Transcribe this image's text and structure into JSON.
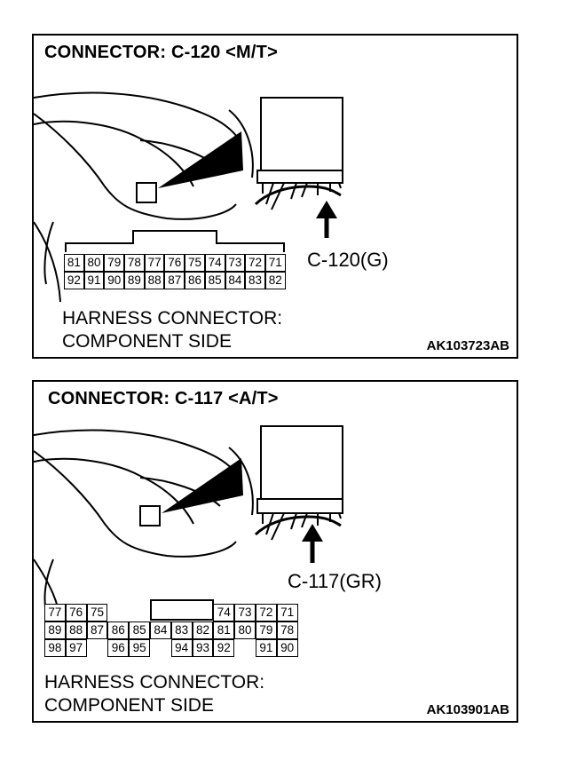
{
  "panels": [
    {
      "title": "CONNECTOR: C-120 <M/T>",
      "connector_label": "C-120(G)",
      "harness_line1": "HARNESS CONNECTOR:",
      "harness_line2": "COMPONENT SIDE",
      "code": "AK103723AB",
      "pin_rows": [
        [
          "81",
          "80",
          "79",
          "78",
          "77",
          "76",
          "75",
          "74",
          "73",
          "72",
          "71"
        ],
        [
          "92",
          "91",
          "90",
          "89",
          "88",
          "87",
          "86",
          "85",
          "84",
          "83",
          "82"
        ]
      ]
    },
    {
      "title": "CONNECTOR: C-117 <A/T>",
      "connector_label": "C-117(GR)",
      "harness_line1": "HARNESS CONNECTOR:",
      "harness_line2": "COMPONENT SIDE",
      "code": "AK103901AB",
      "pin_rows": [
        [
          "77",
          "76",
          "75",
          "",
          "",
          "",
          "",
          "",
          "74",
          "73",
          "72",
          "71"
        ],
        [
          "89",
          "88",
          "87",
          "86",
          "85",
          "84",
          "83",
          "82",
          "81",
          "80",
          "79",
          "78"
        ],
        [
          "98",
          "97",
          "",
          "96",
          "95",
          "",
          "94",
          "93",
          "92",
          "",
          "91",
          "90"
        ]
      ]
    }
  ]
}
